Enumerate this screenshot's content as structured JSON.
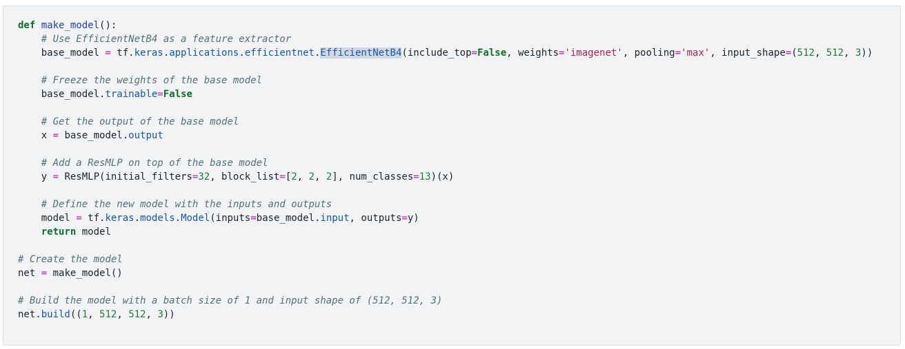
{
  "code_lines": [
    [
      {
        "t": "def",
        "c": "kw"
      },
      {
        "t": " ",
        "c": "p"
      },
      {
        "t": "make_model",
        "c": "fn"
      },
      {
        "t": "():",
        "c": "p"
      }
    ],
    [
      {
        "t": "    ",
        "c": "p"
      },
      {
        "t": "# Use EfficientNetB4 as a feature extractor",
        "c": "cm"
      }
    ],
    [
      {
        "t": "    base_model ",
        "c": "p"
      },
      {
        "t": "=",
        "c": "op"
      },
      {
        "t": " tf.",
        "c": "p"
      },
      {
        "t": "keras",
        "c": "attr"
      },
      {
        "t": ".",
        "c": "p"
      },
      {
        "t": "applications",
        "c": "attr"
      },
      {
        "t": ".",
        "c": "p"
      },
      {
        "t": "efficientnet",
        "c": "attr"
      },
      {
        "t": ".",
        "c": "p"
      },
      {
        "t": "EfficientNetB4",
        "c": "sel"
      },
      {
        "t": "(include_top",
        "c": "p"
      },
      {
        "t": "=",
        "c": "op"
      },
      {
        "t": "False",
        "c": "const"
      },
      {
        "t": ", weights",
        "c": "p"
      },
      {
        "t": "=",
        "c": "op"
      },
      {
        "t": "'imagenet'",
        "c": "str"
      },
      {
        "t": ", pooling",
        "c": "p"
      },
      {
        "t": "=",
        "c": "op"
      },
      {
        "t": "'max'",
        "c": "str"
      },
      {
        "t": ", input_shape",
        "c": "p"
      },
      {
        "t": "=",
        "c": "op"
      },
      {
        "t": "(",
        "c": "p"
      },
      {
        "t": "512",
        "c": "num"
      },
      {
        "t": ", ",
        "c": "p"
      },
      {
        "t": "512",
        "c": "num"
      },
      {
        "t": ", ",
        "c": "p"
      },
      {
        "t": "3",
        "c": "num"
      },
      {
        "t": "))",
        "c": "p"
      }
    ],
    [],
    [
      {
        "t": "    ",
        "c": "p"
      },
      {
        "t": "# Freeze the weights of the base model",
        "c": "cm"
      }
    ],
    [
      {
        "t": "    base_model.",
        "c": "p"
      },
      {
        "t": "trainable",
        "c": "attr"
      },
      {
        "t": "=",
        "c": "op"
      },
      {
        "t": "False",
        "c": "const"
      }
    ],
    [],
    [
      {
        "t": "    ",
        "c": "p"
      },
      {
        "t": "# Get the output of the base model",
        "c": "cm"
      }
    ],
    [
      {
        "t": "    x ",
        "c": "p"
      },
      {
        "t": "=",
        "c": "op"
      },
      {
        "t": " base_model.",
        "c": "p"
      },
      {
        "t": "output",
        "c": "attr"
      }
    ],
    [],
    [
      {
        "t": "    ",
        "c": "p"
      },
      {
        "t": "# Add a ResMLP on top of the base model",
        "c": "cm"
      }
    ],
    [
      {
        "t": "    y ",
        "c": "p"
      },
      {
        "t": "=",
        "c": "op"
      },
      {
        "t": " ResMLP(initial_filters",
        "c": "p"
      },
      {
        "t": "=",
        "c": "op"
      },
      {
        "t": "32",
        "c": "num"
      },
      {
        "t": ", block_list",
        "c": "p"
      },
      {
        "t": "=",
        "c": "op"
      },
      {
        "t": "[",
        "c": "p"
      },
      {
        "t": "2",
        "c": "num"
      },
      {
        "t": ", ",
        "c": "p"
      },
      {
        "t": "2",
        "c": "num"
      },
      {
        "t": ", ",
        "c": "p"
      },
      {
        "t": "2",
        "c": "num"
      },
      {
        "t": "], num_classes",
        "c": "p"
      },
      {
        "t": "=",
        "c": "op"
      },
      {
        "t": "13",
        "c": "num"
      },
      {
        "t": ")(x)",
        "c": "p"
      }
    ],
    [],
    [
      {
        "t": "    ",
        "c": "p"
      },
      {
        "t": "# Define the new model with the inputs and outputs",
        "c": "cm"
      }
    ],
    [
      {
        "t": "    model ",
        "c": "p"
      },
      {
        "t": "=",
        "c": "op"
      },
      {
        "t": " tf.",
        "c": "p"
      },
      {
        "t": "keras",
        "c": "attr"
      },
      {
        "t": ".",
        "c": "p"
      },
      {
        "t": "models",
        "c": "attr"
      },
      {
        "t": ".",
        "c": "p"
      },
      {
        "t": "Model",
        "c": "attr"
      },
      {
        "t": "(inputs",
        "c": "p"
      },
      {
        "t": "=",
        "c": "op"
      },
      {
        "t": "base_model.",
        "c": "p"
      },
      {
        "t": "input",
        "c": "attr"
      },
      {
        "t": ", outputs",
        "c": "p"
      },
      {
        "t": "=",
        "c": "op"
      },
      {
        "t": "y)",
        "c": "p"
      }
    ],
    [
      {
        "t": "    ",
        "c": "p"
      },
      {
        "t": "return",
        "c": "kw"
      },
      {
        "t": " model",
        "c": "p"
      }
    ],
    [],
    [
      {
        "t": "# Create the model",
        "c": "cm"
      }
    ],
    [
      {
        "t": "net ",
        "c": "p"
      },
      {
        "t": "=",
        "c": "op"
      },
      {
        "t": " make_model()",
        "c": "p"
      }
    ],
    [],
    [
      {
        "t": "# Build the model with a batch size of 1 and input shape of (512, 512, 3)",
        "c": "cm"
      }
    ],
    [
      {
        "t": "net.",
        "c": "p"
      },
      {
        "t": "build",
        "c": "attr"
      },
      {
        "t": "((",
        "c": "p"
      },
      {
        "t": "1",
        "c": "num"
      },
      {
        "t": ", ",
        "c": "p"
      },
      {
        "t": "512",
        "c": "num"
      },
      {
        "t": ", ",
        "c": "p"
      },
      {
        "t": "512",
        "c": "num"
      },
      {
        "t": ", ",
        "c": "p"
      },
      {
        "t": "3",
        "c": "num"
      },
      {
        "t": "))",
        "c": "p"
      }
    ]
  ],
  "colors": {
    "background": "#f1f3f5",
    "keyword": "#0f6f2a",
    "function": "#1f45a6",
    "comment": "#55707a",
    "string": "#b0204d",
    "number": "#1f7a3b",
    "operator": "#b11fb8",
    "attribute": "#1a57a3",
    "selection": "#cfd8e3"
  }
}
